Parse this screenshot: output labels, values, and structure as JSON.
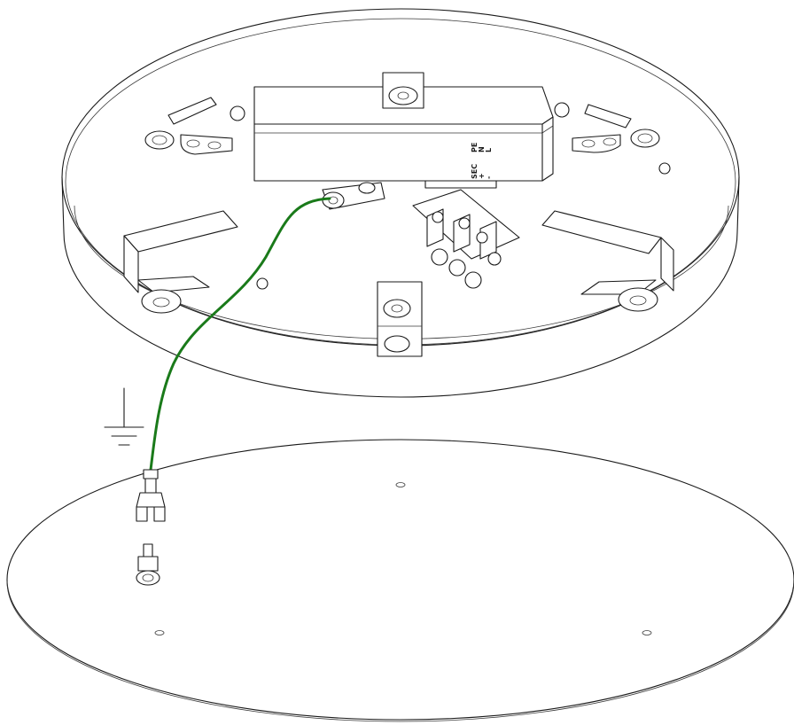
{
  "figure": {
    "terminal_markings": [
      "PE",
      "N",
      "L"
    ],
    "secondary_markings": [
      "SEC",
      "+",
      "-"
    ],
    "colors": {
      "line": "#1a1a1a",
      "ground_wire": "#1a7a1a",
      "background": "#ffffff"
    },
    "icons": [
      "earth-ground-symbol",
      "ring-terminal",
      "quick-connect-terminal",
      "ground-stud"
    ]
  }
}
